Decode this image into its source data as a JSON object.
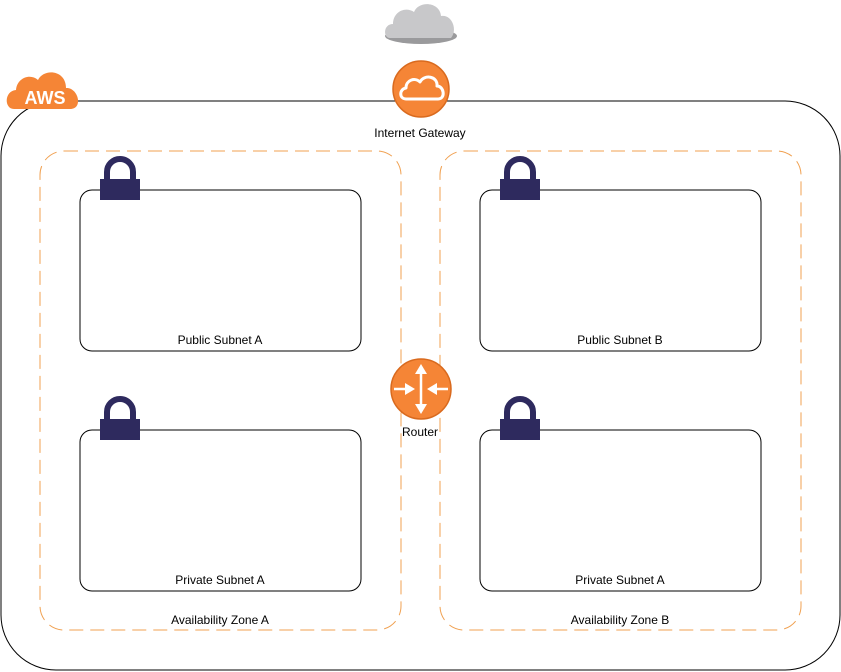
{
  "diagram": {
    "cloud_label": "AWS",
    "internet_gateway": {
      "label": "Internet Gateway",
      "icon": "cloud-icon"
    },
    "router": {
      "label": "Router",
      "icon": "router-icon"
    },
    "zones": [
      {
        "label": "Availability Zone A",
        "subnets": [
          {
            "label": "Public Subnet A",
            "icon": "lock-icon"
          },
          {
            "label": "Private Subnet A",
            "icon": "lock-icon"
          }
        ]
      },
      {
        "label": "Availability Zone B",
        "subnets": [
          {
            "label": "Public Subnet B",
            "icon": "lock-icon"
          },
          {
            "label": "Private Subnet A",
            "icon": "lock-icon"
          }
        ]
      }
    ],
    "colors": {
      "aws_orange": "#F58536",
      "lock_navy": "#2E2A5E",
      "zone_dash": "#F0A050",
      "internet_cloud": "#C8C8CA"
    }
  }
}
